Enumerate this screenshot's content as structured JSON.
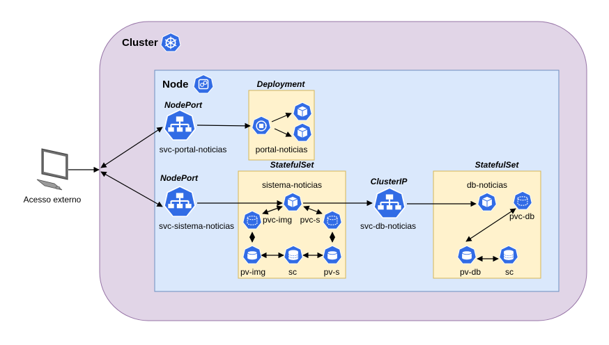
{
  "cluster": {
    "label": "Cluster",
    "icon": "kubernetes-helm-icon"
  },
  "node": {
    "label": "Node",
    "icon": "node-chip-icon"
  },
  "external": {
    "label": "Acesso externo",
    "icon": "desktop-computer-icon"
  },
  "portal": {
    "service_type": "NodePort",
    "service_name": "svc-portal-noticias",
    "controller_type": "Deployment",
    "controller_name": "portal-noticias"
  },
  "sistema": {
    "service_type": "NodePort",
    "service_name": "svc-sistema-noticias",
    "controller_type": "StatefulSet",
    "controller_name": "sistema-noticias",
    "pvc_img": "pvc-img",
    "pvc_s": "pvc-s",
    "pv_img": "pv-img",
    "sc": "sc",
    "pv_s": "pv-s"
  },
  "db": {
    "service_type": "ClusterIP",
    "service_name": "svc-db-noticias",
    "controller_type": "StatefulSet",
    "controller_name": "db-noticias",
    "pvc_db": "pvc-db",
    "pv_db": "pv-db",
    "sc": "sc"
  },
  "colors": {
    "cluster_fill": "#e1d5e7",
    "cluster_stroke": "#9673a6",
    "node_fill": "#dae8fc",
    "node_stroke": "#6c8ebf",
    "box_fill": "#fff2cc",
    "box_stroke": "#d6b656",
    "k8s_blue": "#326ce5"
  }
}
